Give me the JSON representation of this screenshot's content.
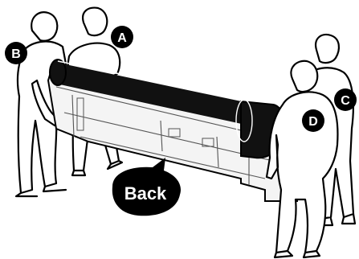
{
  "labels": {
    "a": "A",
    "b": "B",
    "c": "C",
    "d": "D"
  },
  "direction": {
    "back": "Back"
  },
  "colors": {
    "ink": "#000000",
    "background": "#ffffff",
    "roll": "#111111",
    "chassis": "#f4f4f4"
  }
}
